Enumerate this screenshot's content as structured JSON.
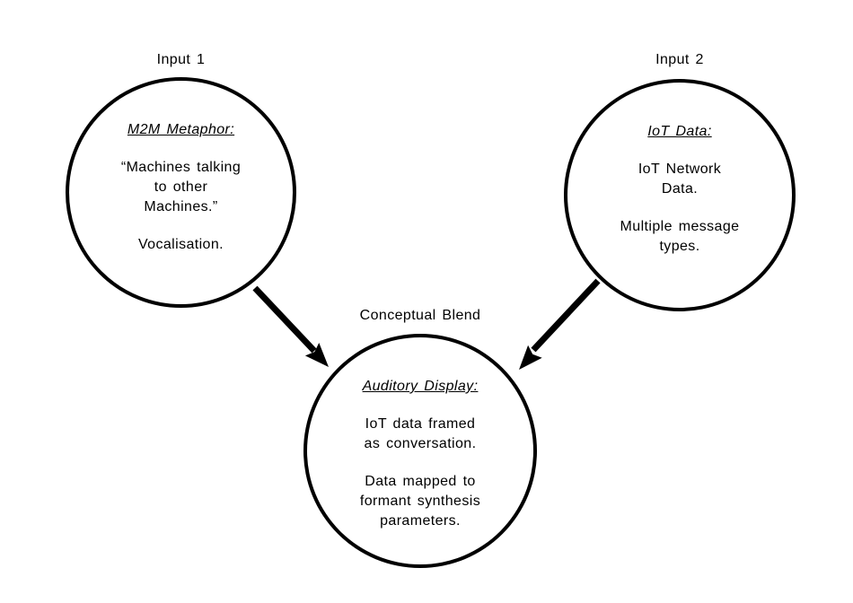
{
  "diagram": {
    "title": "Conceptual blend diagram",
    "colors": {
      "ink": "#000000",
      "background": "#ffffff"
    },
    "circles": [
      {
        "id": "input-1",
        "label": "Input 1",
        "heading": "M2M Metaphor:",
        "paragraphs": [
          [
            "“Machines talking",
            "to other",
            "Machines.”"
          ],
          [
            "Vocalisation."
          ]
        ]
      },
      {
        "id": "input-2",
        "label": "Input 2",
        "heading": "IoT Data:",
        "paragraphs": [
          [
            "IoT Network",
            "Data."
          ],
          [
            "Multiple message",
            "types."
          ]
        ]
      },
      {
        "id": "blend",
        "label": "Conceptual Blend",
        "heading": "Auditory Display:",
        "paragraphs": [
          [
            "IoT data framed",
            "as conversation."
          ],
          [
            "Data mapped to",
            "formant synthesis",
            "parameters."
          ]
        ]
      }
    ],
    "arrows": [
      {
        "from": "Input 1",
        "to": "Conceptual Blend"
      },
      {
        "from": "Input 2",
        "to": "Conceptual Blend"
      }
    ]
  }
}
